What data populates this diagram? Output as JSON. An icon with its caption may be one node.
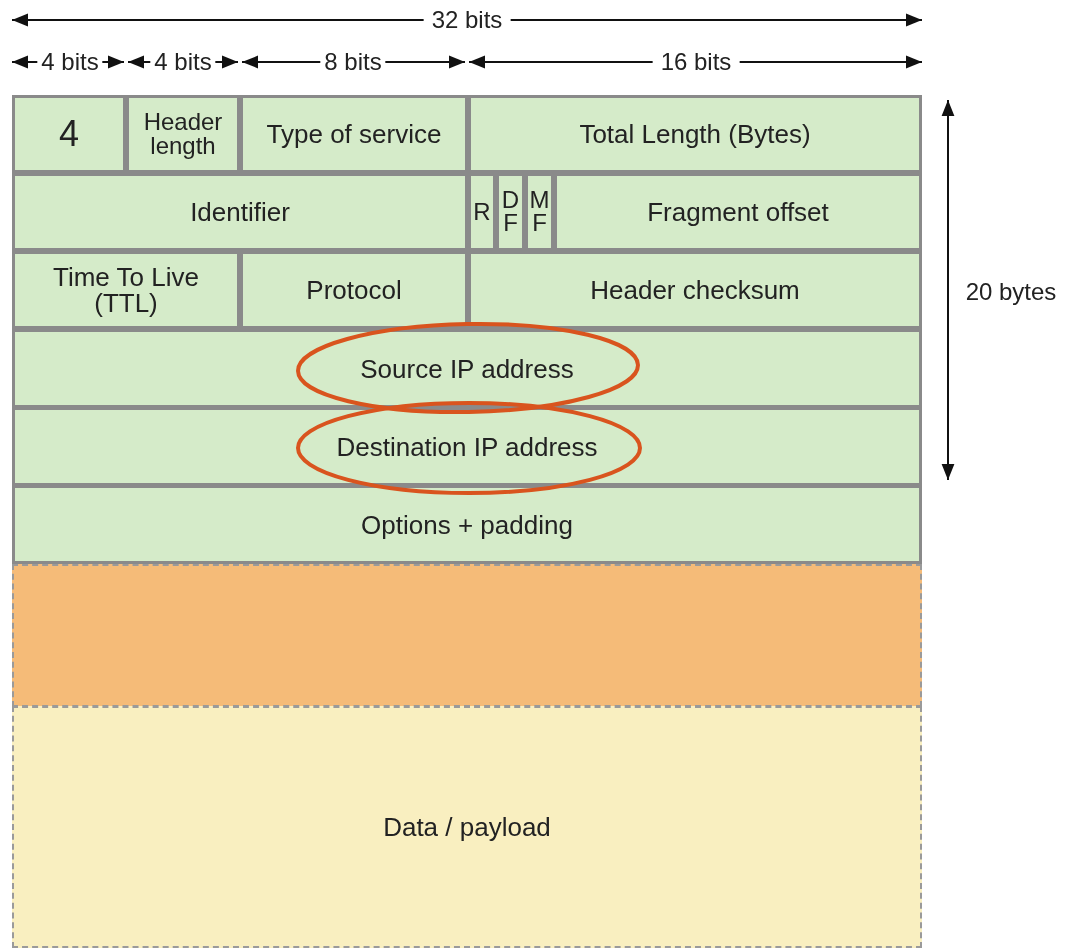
{
  "diagram": {
    "nodes": [
      {
        "text": [
          "4"
        ]
      },
      {
        "text": [
          "Header length"
        ]
      },
      {
        "text": [
          "Type of service"
        ]
      },
      {
        "text": [
          "Total Length (Bytes)"
        ]
      },
      {
        "text": [
          "Identifier"
        ]
      },
      {
        "text": [
          "R"
        ]
      },
      {
        "text": [
          "D F"
        ]
      },
      {
        "text": [
          "M F"
        ]
      },
      {
        "text": [
          "Fragment offset"
        ]
      },
      {
        "text": [
          "Time To Live (TTL)"
        ]
      },
      {
        "text": [
          "Protocol"
        ]
      },
      {
        "text": [
          "Header checksum"
        ]
      },
      {
        "text": [
          "Source IP address"
        ]
      },
      {
        "text": [
          "Destination IP address"
        ]
      },
      {
        "text": [
          "Options + padding"
        ]
      },
      {
        "text": [],
        "shape": "box"
      },
      {
        "text": [
          "Data / payload"
        ]
      }
    ],
    "labels": [
      "32 bits",
      "4 bits",
      "4 bits",
      "8 bits",
      "16 bits",
      "20 bytes"
    ]
  }
}
